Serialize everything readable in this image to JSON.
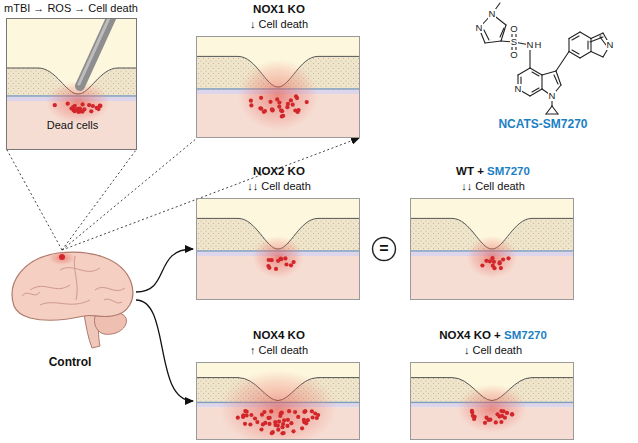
{
  "diagram": {
    "nodes": [
      {
        "text": [
          "Dead cells"
        ]
      },
      {
        "text": [
          "Control"
        ]
      },
      {
        "text": [
          "NOX1 KO",
          "↓ Cell death"
        ]
      },
      {
        "text": [
          "NOX2 KO",
          "↓↓ Cell death"
        ]
      },
      {
        "text": [
          "WT + SM7270",
          "↓↓ Cell death"
        ]
      },
      {
        "text": [
          "NOX4 KO",
          "↑ Cell death"
        ]
      },
      {
        "text": [
          "NOX4 KO + SM7270",
          "↓ Cell death"
        ]
      }
    ],
    "edges": [
      {
        "from": 1,
        "to": 0,
        "arrow": "none"
      },
      {
        "from": 1,
        "to": 2,
        "arrow": "to"
      },
      {
        "from": 1,
        "to": 3,
        "arrow": "to"
      },
      {
        "from": 1,
        "to": 5,
        "arrow": "to"
      }
    ],
    "labels": [
      "mTBI → ROS → Cell death",
      "N",
      "N",
      "S",
      "O",
      "O",
      "N",
      "H",
      "N",
      "N",
      "N",
      "NCATS-SM7270",
      "="
    ]
  }
}
